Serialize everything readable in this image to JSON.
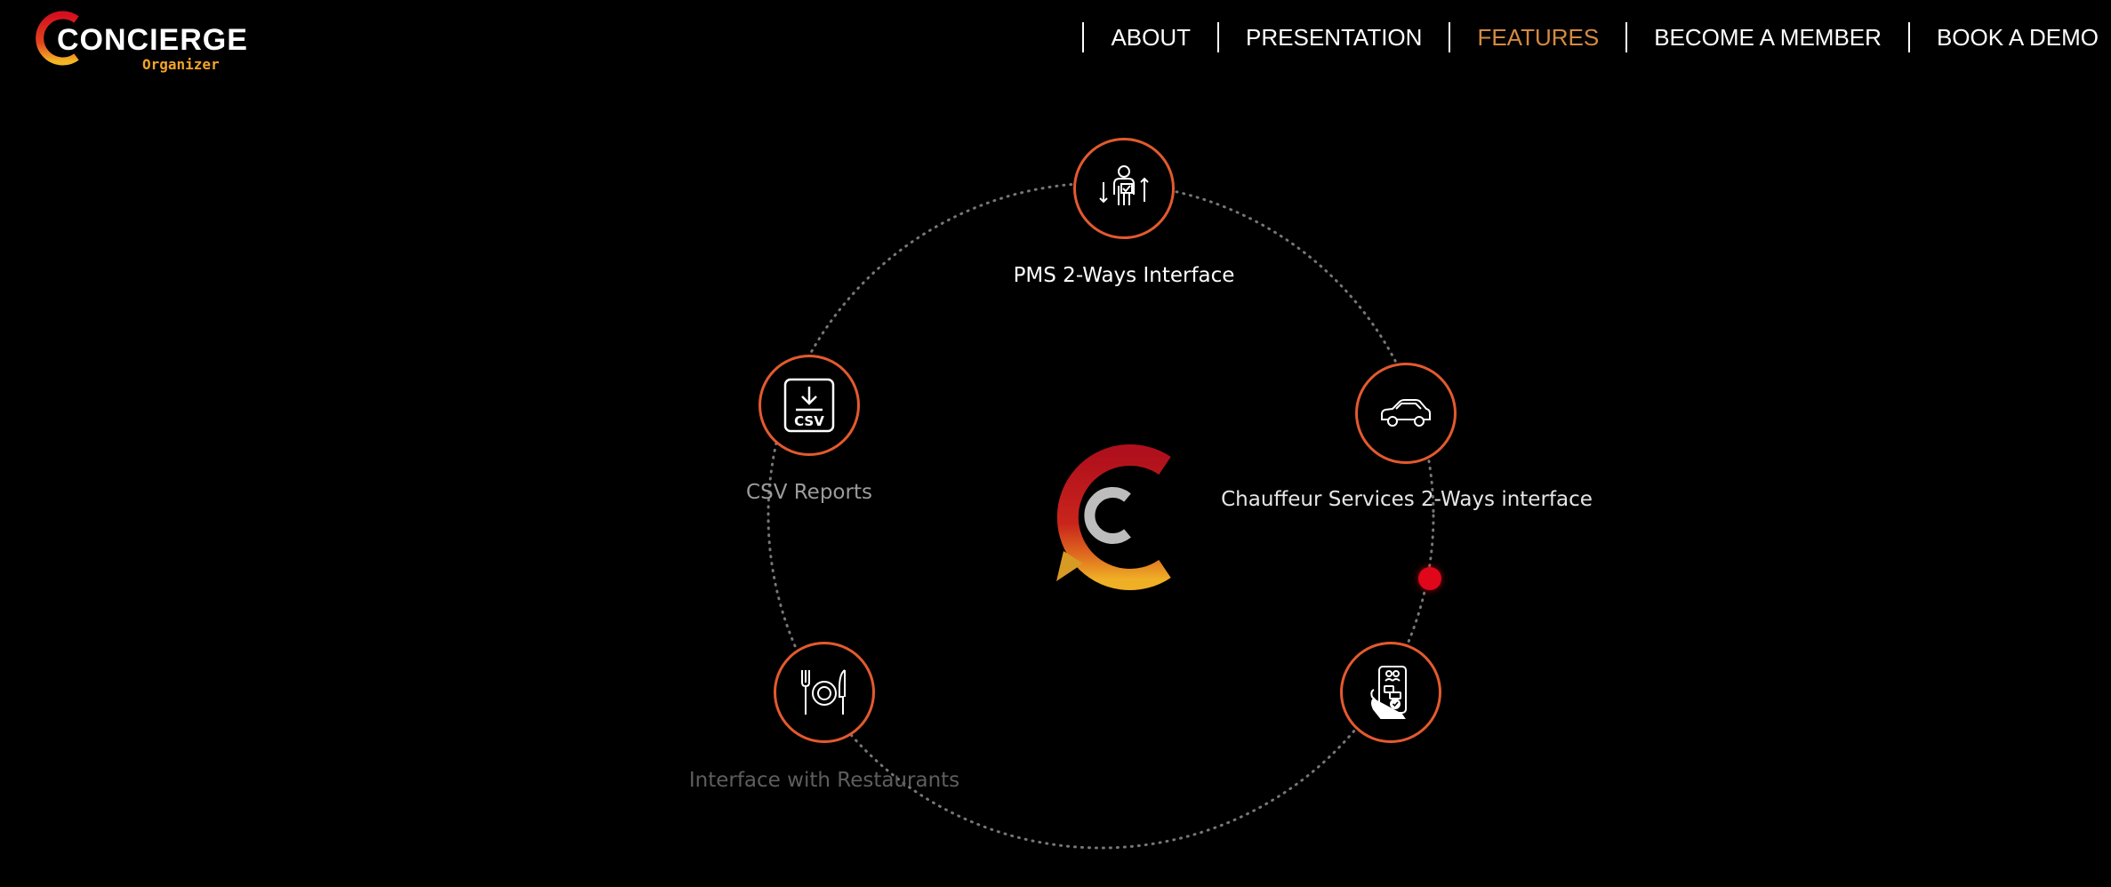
{
  "brand": {
    "name": "CONCIERGE",
    "tagline": "Organizer"
  },
  "nav": {
    "items": [
      {
        "label": "ABOUT",
        "active": false
      },
      {
        "label": "PRESENTATION",
        "active": false
      },
      {
        "label": "FEATURES",
        "active": true
      },
      {
        "label": "BECOME A MEMBER",
        "active": false
      },
      {
        "label": "BOOK A DEMO",
        "active": false
      }
    ]
  },
  "features": {
    "pms": {
      "label": "PMS 2-Ways Interface",
      "icon": "pms-exchange-icon"
    },
    "chauffeur": {
      "label": "Chauffeur Services 2-Ways interface",
      "icon": "car-icon"
    },
    "csv": {
      "label": "CSV Reports",
      "icon": "csv-download-icon",
      "badge": "CSV"
    },
    "restaurants": {
      "label": "Interface with Restaurants",
      "icon": "restaurant-icon"
    },
    "mobile": {
      "label": "",
      "icon": "mobile-app-icon"
    }
  },
  "colors": {
    "accent_orange": "#e35a2e",
    "active_nav": "#d58a40",
    "indicator_red": "#e0071a",
    "background": "#000000"
  }
}
